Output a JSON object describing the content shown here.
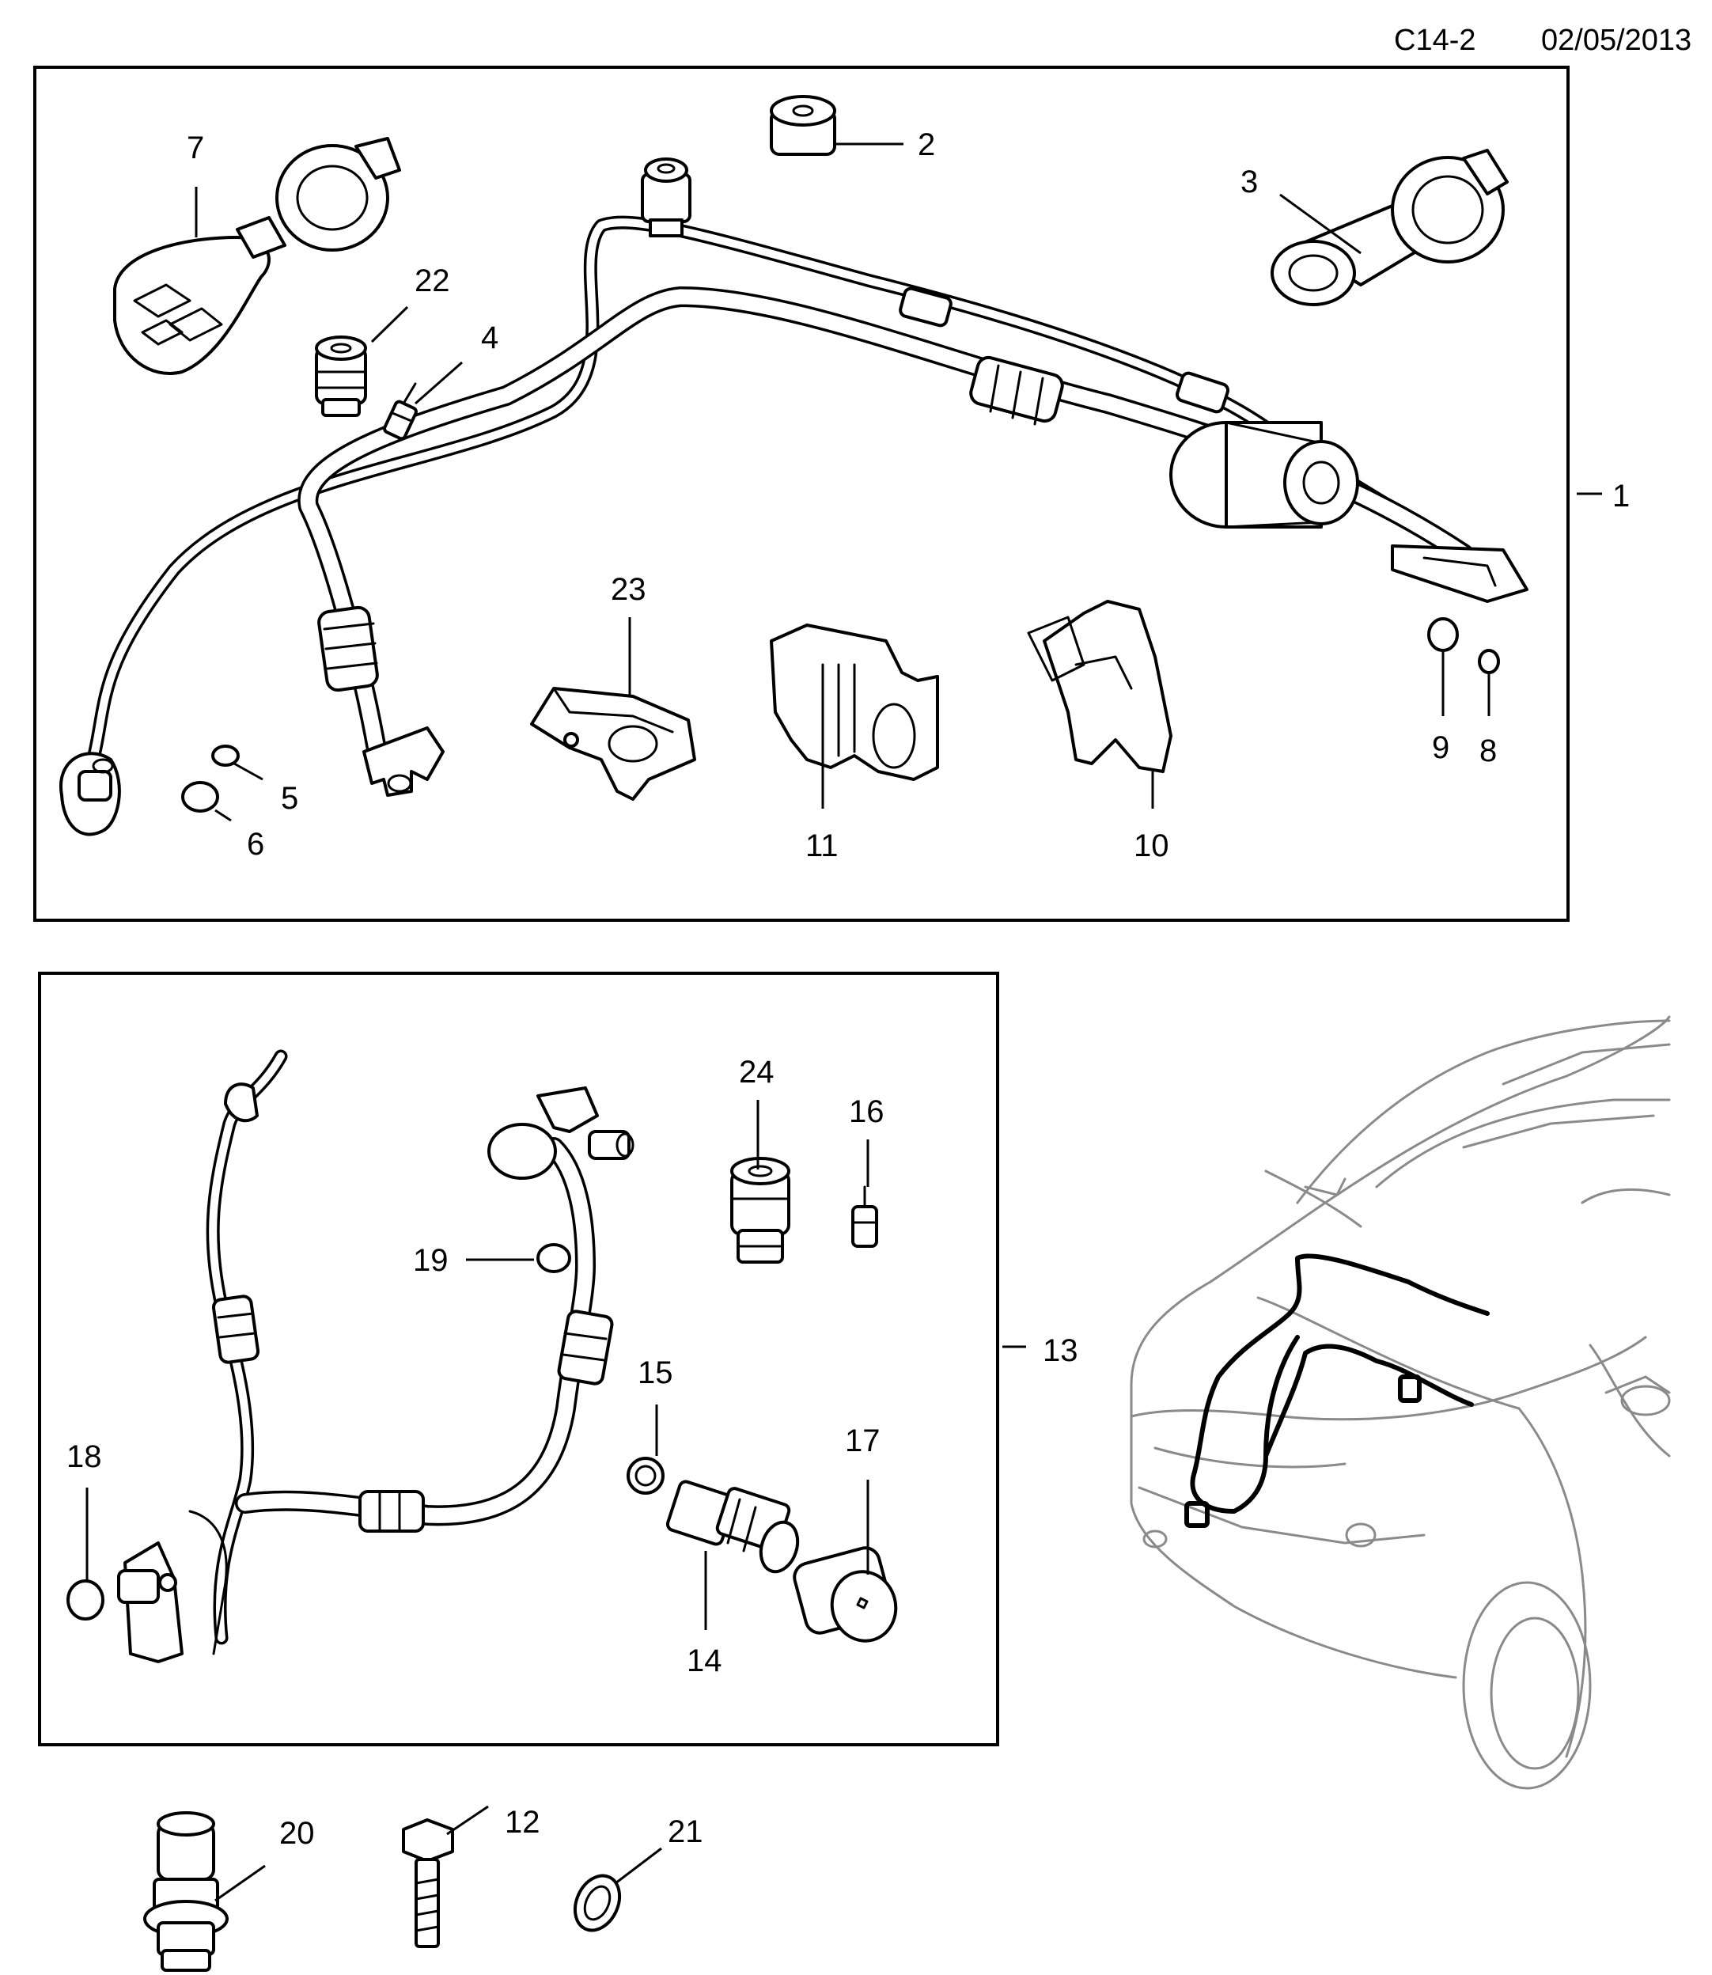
{
  "header": {
    "code": "C14-2",
    "date": "02/05/2013"
  },
  "callouts": {
    "c1": "1",
    "c2": "2",
    "c3": "3",
    "c4": "4",
    "c5": "5",
    "c6": "6",
    "c7": "7",
    "c8": "8",
    "c9": "9",
    "c10": "10",
    "c11": "11",
    "c12": "12",
    "c13": "13",
    "c14": "14",
    "c15": "15",
    "c16": "16",
    "c17": "17",
    "c18": "18",
    "c19": "19",
    "c20": "20",
    "c21": "21",
    "c22": "22",
    "c23": "23",
    "c24": "24"
  }
}
